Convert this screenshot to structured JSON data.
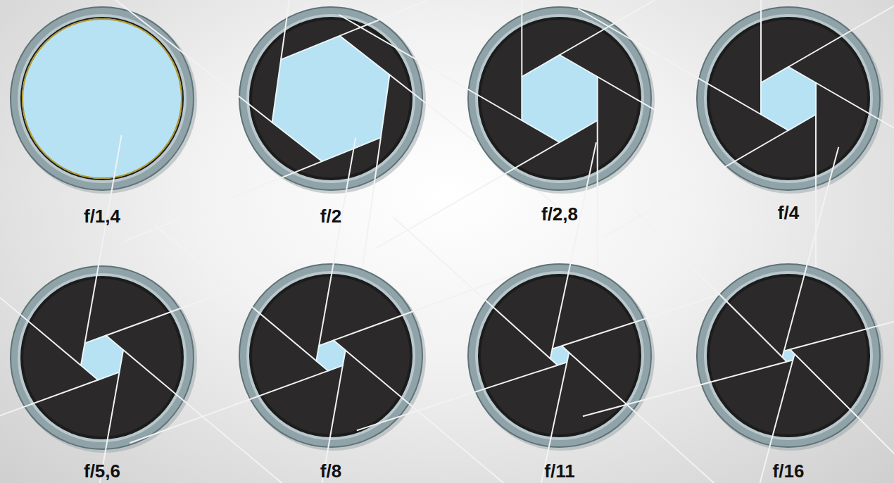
{
  "diagram": {
    "labels": [
      "f/1,4",
      "f/2",
      "f/2,8",
      "f/4",
      "f/5,6",
      "f/8",
      "f/11",
      "f/16"
    ]
  }
}
